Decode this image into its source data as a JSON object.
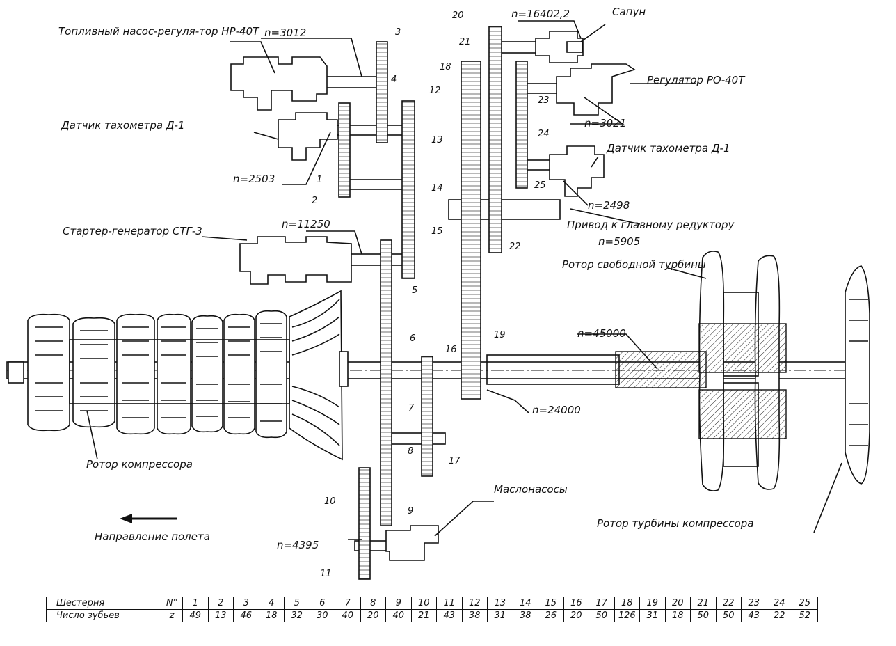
{
  "labels": {
    "fuel_pump": "Топливный насос-регуля-тор НР-40Т",
    "n_3012": "n=3012",
    "tacho_left": "Датчик тахометра Д-1",
    "n_2503": "n=2503",
    "starter": "Стартер-генератор СТГ-3",
    "n_11250": "n=11250",
    "compressor_rotor": "Ротор компрессора",
    "flight_direction": "Направление полета",
    "n_4395": "n=4395",
    "oil_pumps": "Маслонасосы",
    "n_16402": "n=16402,2",
    "sapun": "Сапун",
    "regulator": "Регулятор РО-40Т",
    "n_3021": "n=3021",
    "tacho_right": "Датчик тахометра Д-1",
    "n_2498": "n=2498",
    "drive_main_reducer": "Привод к главному редуктору",
    "n_5905": "n=5905",
    "free_turbine_rotor": "Ротор свободной турбины",
    "n_45000": "n=45000",
    "n_24000": "n=24000",
    "compressor_turbine_rotor": "Ротор турбины компрессора"
  },
  "gear_numbers": [
    "1",
    "2",
    "3",
    "4",
    "5",
    "6",
    "7",
    "8",
    "9",
    "10",
    "11",
    "12",
    "13",
    "14",
    "15",
    "16",
    "17",
    "18",
    "19",
    "20",
    "21",
    "22",
    "23",
    "24",
    "25"
  ],
  "table": {
    "row1_label": "Шестерня",
    "row1_sym": "N°",
    "row2_label": "Число зубьев",
    "row2_sym": "z",
    "gears": [
      "1",
      "2",
      "3",
      "4",
      "5",
      "6",
      "7",
      "8",
      "9",
      "10",
      "11",
      "12",
      "13",
      "14",
      "15",
      "16",
      "17",
      "18",
      "19",
      "20",
      "21",
      "22",
      "23",
      "24",
      "25"
    ],
    "teeth": [
      "49",
      "13",
      "46",
      "18",
      "32",
      "30",
      "40",
      "20",
      "40",
      "21",
      "43",
      "38",
      "31",
      "38",
      "26",
      "20",
      "50",
      "126",
      "31",
      "18",
      "50",
      "50",
      "43",
      "22",
      "52"
    ]
  }
}
